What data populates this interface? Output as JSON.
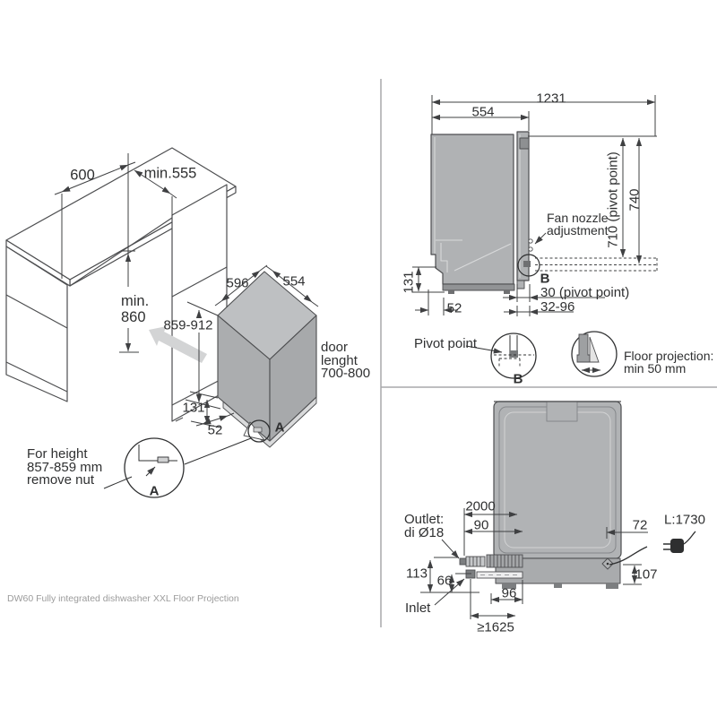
{
  "colors": {
    "body_gray": "#abadaf",
    "top_gray": "#bec0c2",
    "plinth_gray": "#d9dadb",
    "line": "#4d4e50",
    "dim_line": "#3f4042",
    "text": "#2f3031",
    "muted_text": "#9b9b9b"
  },
  "counter": {
    "width": "600",
    "niche_depth": "min.555",
    "height_line1": "min.",
    "height_line2": "860"
  },
  "machine": {
    "width": "596",
    "depth": "554",
    "height": "859-912",
    "door_line1": "door",
    "door_line2": "lenght",
    "door_line3": "700-800",
    "base": "131",
    "toe": "52",
    "detail_label": "A"
  },
  "note_a": {
    "line1": "For height",
    "line2": "857-859 mm",
    "line3": "remove nut",
    "label": "A"
  },
  "side": {
    "total_depth": "1231",
    "depth": "554",
    "pivot_height": "710 (pivot point)",
    "door_height": "740",
    "base": "131",
    "toe": "52",
    "fan_line1": "Fan nozzle",
    "fan_line2": "adjustment",
    "detail_label": "B",
    "pivot_offset": "30 (pivot point)",
    "adjust_range": "32-96"
  },
  "details": {
    "pivot_label": "Pivot point",
    "pivot_detail_label": "B",
    "floor_line1": "Floor projection:",
    "floor_line2": "min 50 mm"
  },
  "plan": {
    "drain_length": "2000",
    "outlet_line1": "Outlet:",
    "outlet_line2": "di Ø18",
    "drain_pos": "90",
    "cord_pos": "72",
    "cord_length": "L:1730",
    "outlet_height": "113",
    "inlet_height": "66",
    "inlet_pos": "96",
    "inlet_label": "Inlet",
    "inlet_length": "≥1625",
    "cord_height": "107"
  },
  "footer": {
    "caption": "DW60 Fully integrated dishwasher XXL Floor Projection"
  }
}
